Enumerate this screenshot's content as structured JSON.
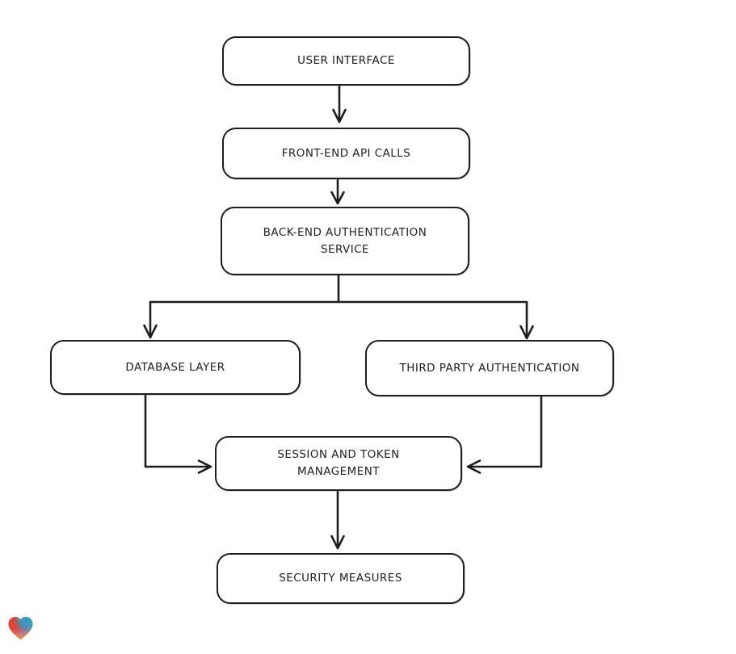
{
  "canvas": {
    "background_color": "#ffffff"
  },
  "diagram": {
    "stroke_color": "#1e1e1e",
    "node_fill_color": "#ffffff",
    "nodes": [
      {
        "id": "user-interface",
        "label": "USER INTERFACE"
      },
      {
        "id": "front-end-api-calls",
        "label": "FRONT-END API CALLS"
      },
      {
        "id": "back-end-authentication-service",
        "label": "BACK-END AUTHENTICATION\nSERVICE"
      },
      {
        "id": "database-layer",
        "label": "DATABASE LAYER"
      },
      {
        "id": "third-party-authentication",
        "label": "THIRD PARTY AUTHENTICATION"
      },
      {
        "id": "session-and-token-management",
        "label": "SESSION AND TOKEN\nMANAGEMENT"
      },
      {
        "id": "security-measures",
        "label": "SECURITY MEASURES"
      }
    ],
    "edges": [
      {
        "from": "user-interface",
        "to": "front-end-api-calls"
      },
      {
        "from": "front-end-api-calls",
        "to": "back-end-authentication-service"
      },
      {
        "from": "back-end-authentication-service",
        "to": "database-layer"
      },
      {
        "from": "back-end-authentication-service",
        "to": "third-party-authentication"
      },
      {
        "from": "database-layer",
        "to": "session-and-token-management"
      },
      {
        "from": "third-party-authentication",
        "to": "session-and-token-management"
      },
      {
        "from": "session-and-token-management",
        "to": "security-measures"
      }
    ]
  },
  "branding": {
    "logo": "lovable-heart-logo",
    "logo_colors": {
      "red": "#e93d2e",
      "blue": "#2f9fc5",
      "orange": "#f59b38",
      "purple": "#8a4fd8"
    }
  }
}
